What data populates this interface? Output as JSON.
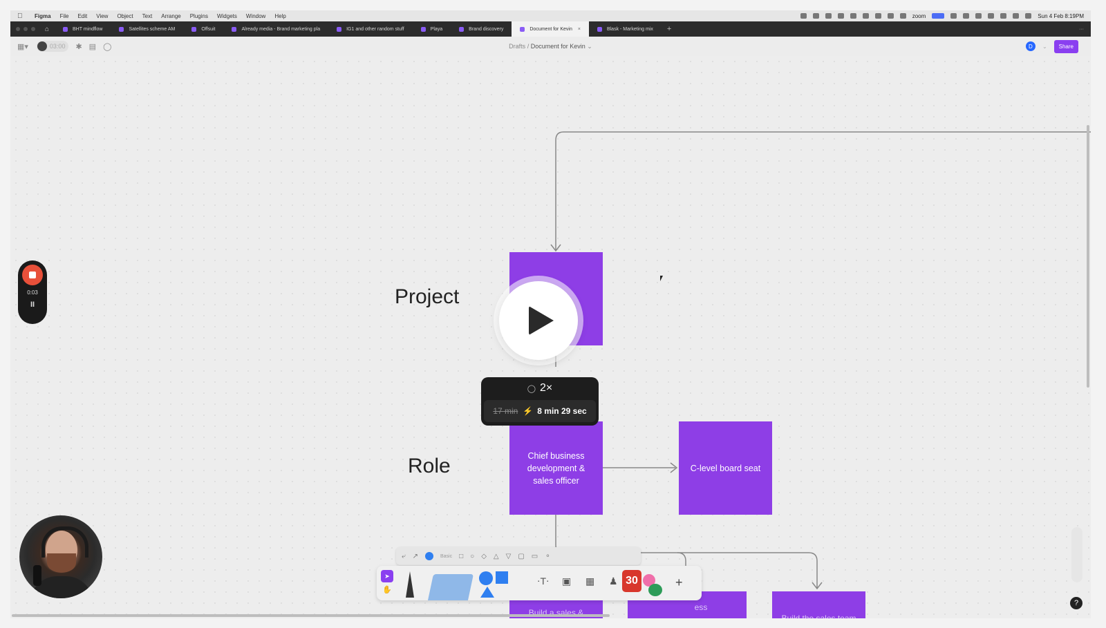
{
  "menubar": {
    "app_name": "Figma",
    "items": [
      "File",
      "Edit",
      "View",
      "Object",
      "Text",
      "Arrange",
      "Plugins",
      "Widgets",
      "Window",
      "Help"
    ],
    "zoom_label": "zoom",
    "clock": "Sun 4 Feb  8:19PM"
  },
  "tabs": [
    {
      "label": "BHT mindflow",
      "active": false
    },
    {
      "label": "Satellites scheme AM",
      "active": false
    },
    {
      "label": "Offsuit",
      "active": false
    },
    {
      "label": "Already media - Brand marketing pla",
      "active": false
    },
    {
      "label": "IG1 and other random stuff",
      "active": false
    },
    {
      "label": "Playa",
      "active": false
    },
    {
      "label": "Brand discovery",
      "active": false
    },
    {
      "label": "Document for Kevin",
      "active": true
    },
    {
      "label": "Blask - Marketing mix",
      "active": false
    }
  ],
  "toolbar": {
    "timer": "03:00",
    "breadcrumb_root": "Drafts",
    "breadcrumb_sep": "/",
    "document_title": "Document for Kevin",
    "user_initial": "D",
    "share_label": "Share"
  },
  "canvas": {
    "row_labels": {
      "project": "Project",
      "role": "Role"
    },
    "nodes": {
      "role_main": "Chief business development & sales officer",
      "board_seat": "C-level board seat",
      "bottom_left": "Build a sales &",
      "bottom_mid": "ess",
      "bottom_right": "Build the sales team"
    }
  },
  "recorder": {
    "elapsed": "0:03",
    "pause_glyph": "II"
  },
  "playback": {
    "speed": "2×",
    "original_duration": "17 min",
    "new_duration": "8 min 29 sec"
  },
  "drawing_toolbar": {
    "preset_label": "Basic",
    "sticker_text": "30",
    "help_glyph": "?"
  },
  "colors": {
    "accent": "#8e3ee6",
    "share_button": "#8a3ff0",
    "record": "#e8503a"
  }
}
